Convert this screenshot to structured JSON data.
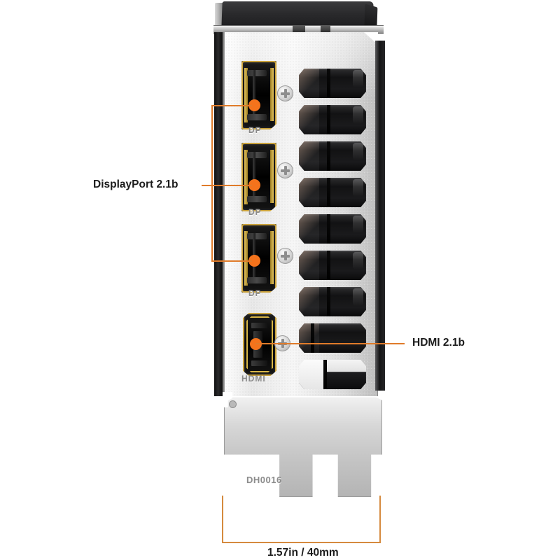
{
  "image": {
    "subject": "graphics-card-io-bracket",
    "background_color": "#ffffff"
  },
  "colors": {
    "accent_line": "#E07B2A",
    "accent_dot": "#F4731C",
    "dimension_line": "#D58A3E",
    "label_text": "#1b1b1b",
    "engraving_text": "#8c8c8c"
  },
  "callouts": [
    {
      "id": "displayport",
      "label": "DisplayPort 2.1b",
      "targets": 3
    },
    {
      "id": "hdmi",
      "label": "HDMI 2.1b",
      "targets": 1
    }
  ],
  "ports": [
    {
      "type": "DisplayPort",
      "label": "DP"
    },
    {
      "type": "DisplayPort",
      "label": "DP"
    },
    {
      "type": "DisplayPort",
      "label": "DP"
    },
    {
      "type": "HDMI",
      "label": "HDMI"
    }
  ],
  "bracket": {
    "engraving": "DH0016"
  },
  "dimension": {
    "value": "1.57in / 40mm",
    "axis": "width"
  }
}
